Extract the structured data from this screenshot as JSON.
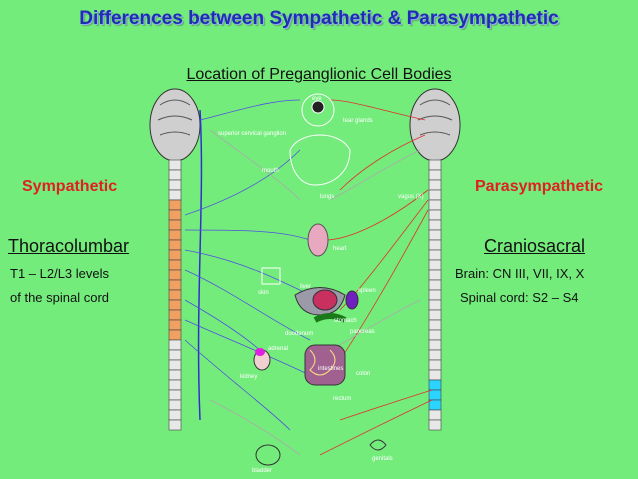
{
  "title": "Differences between Sympathetic & Parasympathetic",
  "subtitle": "Location of Preganglionic Cell Bodies",
  "left": {
    "heading": "Sympathetic",
    "region": "Thoracolumbar",
    "line1": "T1 – L2/L3 levels",
    "line2": "of the spinal cord"
  },
  "right": {
    "heading": "Parasympathetic",
    "region": "Craniosacral",
    "line1": "Brain: CN III, VII, IX, X",
    "line2": "Spinal cord: S2 – S4"
  },
  "labels": {
    "eye": "eye",
    "tear_glands": "tear glands",
    "superior_cervical_ganglion": "superior cervical ganglion",
    "mouth": "mouth",
    "lungs": "lungs",
    "heart": "heart",
    "skin": "skin",
    "liver": "liver",
    "spleen": "spleen",
    "stomach": "stomach",
    "pancreas": "pancreas",
    "duodenum": "duodenum",
    "intestines": "intestines",
    "adrenal": "adrenal",
    "kidney": "kidney",
    "colon": "colon",
    "rectum": "rectum",
    "bladder": "bladder",
    "genitals": "genitals",
    "vagus": "vagus (X)"
  },
  "colors": {
    "background": "#74ec7c",
    "title": "#1c2fb0",
    "accent": "#e02020",
    "sympathetic_segments": "#f0a060",
    "sacral_segments": "#2ad4ff"
  }
}
